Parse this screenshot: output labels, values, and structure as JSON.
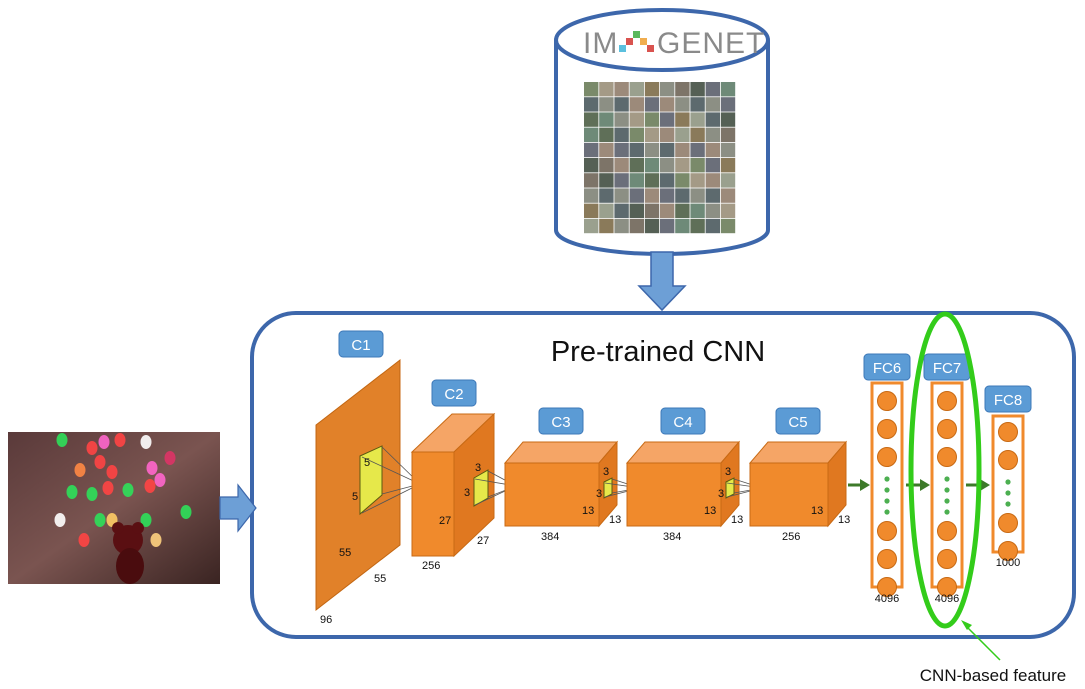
{
  "imagenet": {
    "logo_text": [
      "IM",
      "GENET"
    ],
    "logo_letter_colors": [
      "#d9534f",
      "#5cb85c",
      "#f0ad4e",
      "#5bc0de"
    ]
  },
  "cnn": {
    "title": "Pre-trained CNN",
    "layers": [
      {
        "id": "C1",
        "label": "C1",
        "depth": "96",
        "size": "55",
        "size_b": "55",
        "kernel": "5",
        "kernel_b": "5"
      },
      {
        "id": "C2",
        "label": "C2",
        "depth": "256",
        "size": "27",
        "size_b": "27",
        "kernel": "3",
        "kernel_b": "3"
      },
      {
        "id": "C3",
        "label": "C3",
        "depth": "384",
        "size": "13",
        "size_b": "13",
        "kernel": "3",
        "kernel_b": "3"
      },
      {
        "id": "C4",
        "label": "C4",
        "depth": "384",
        "size": "13",
        "size_b": "13",
        "kernel": "3",
        "kernel_b": "3"
      },
      {
        "id": "C5",
        "label": "C5",
        "depth": "256",
        "size": "13",
        "size_b": "13"
      }
    ],
    "fc_layers": [
      {
        "id": "FC6",
        "label": "FC6",
        "units": "4096"
      },
      {
        "id": "FC7",
        "label": "FC7",
        "units": "4096"
      },
      {
        "id": "FC8",
        "label": "FC8",
        "units": "1000"
      }
    ]
  },
  "annotation": {
    "label": "CNN-based feature"
  },
  "colors": {
    "frame": "#3d67ab",
    "label_box": "#5b9bd5",
    "orange": "#f08a2c",
    "orange_dark": "#c86a14",
    "arrow": "#6d9fd6",
    "green_highlight": "#33cc1a",
    "dark_green": "#3d7a2a"
  }
}
